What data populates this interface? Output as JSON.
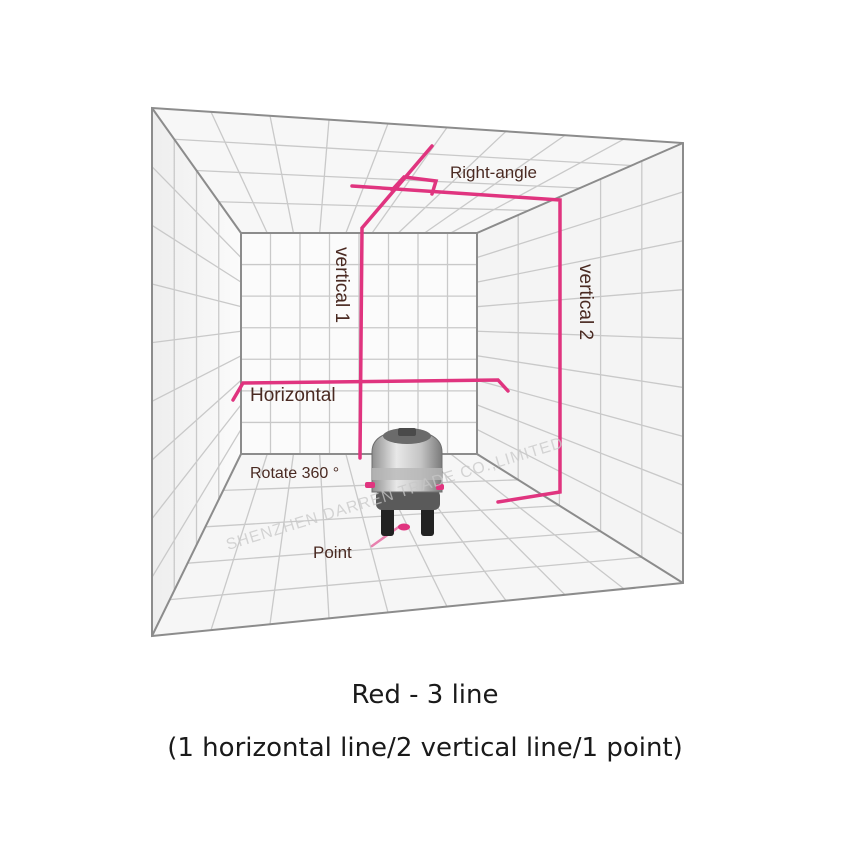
{
  "diagram": {
    "labels": {
      "right_angle": "Right-angle",
      "vertical_1": "vertical 1",
      "vertical_2": "vertical 2",
      "horizontal": "Horizontal",
      "rotate": "Rotate 360 °",
      "point": "Point"
    },
    "watermark": "SHENZHEN DARREN TRADE CO.,LIMITED",
    "colors": {
      "laser": "#e0347f",
      "grid": "#c9c9c9",
      "edge": "#8c8c8c",
      "label_text": "#4a2a22"
    }
  },
  "caption": {
    "title": "Red - 3 line",
    "detail": "(1 horizontal line/2 vertical line/1 point)"
  }
}
